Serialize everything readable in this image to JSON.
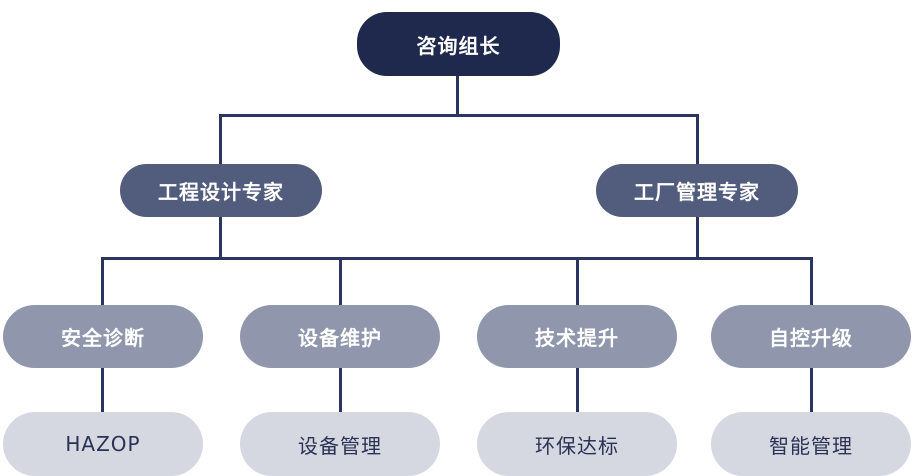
{
  "colors": {
    "background": "#ffffff",
    "level1_bg": "#1f284d",
    "level2_bg": "#525c7c",
    "level3_bg": "#9097ad",
    "level4_bg": "#d6d8e1",
    "connector": "#2b3560",
    "text_light": "#ffffff",
    "text_dark": "#2a3254"
  },
  "org_chart": {
    "type": "organization-tree",
    "root": {
      "label": "咨询组长"
    },
    "branches": [
      {
        "label": "工程设计专家"
      },
      {
        "label": "工厂管理专家"
      }
    ],
    "services": [
      {
        "label": "安全诊断",
        "detail": "HAZOP"
      },
      {
        "label": "设备维护",
        "detail": "设备管理"
      },
      {
        "label": "技术提升",
        "detail": "环保达标"
      },
      {
        "label": "自控升级",
        "detail": "智能管理"
      }
    ]
  }
}
